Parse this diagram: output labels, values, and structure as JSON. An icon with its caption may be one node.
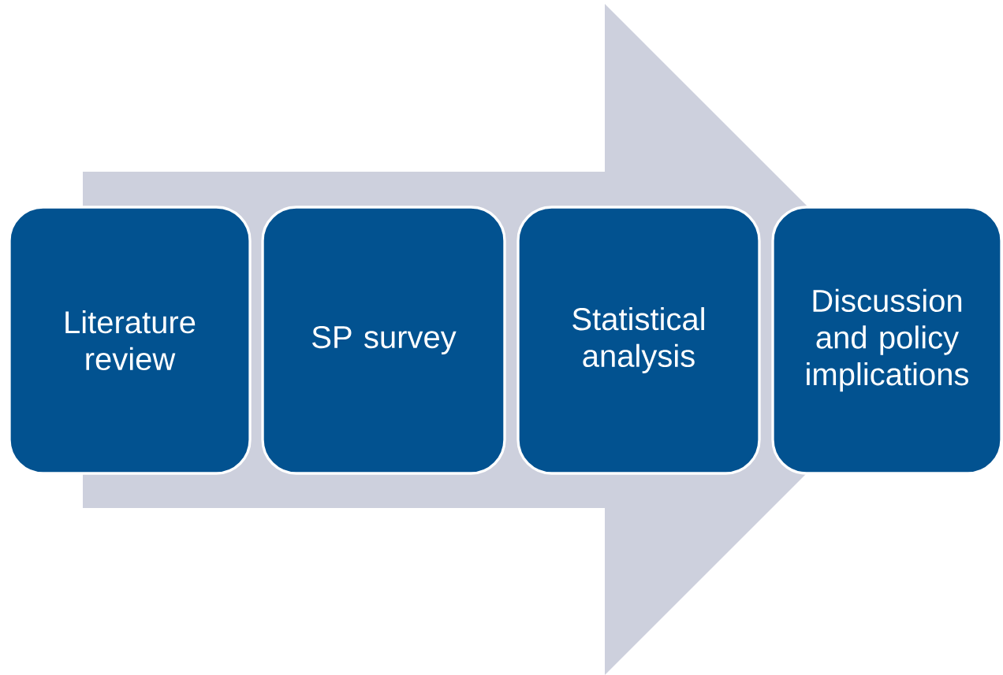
{
  "diagram": {
    "nodes": [
      {
        "text": [
          "Literature review"
        ]
      },
      {
        "text": [
          "SP survey"
        ]
      },
      {
        "text": [
          "Statistical analysis"
        ]
      },
      {
        "text": [
          "Discussion and policy implications"
        ]
      }
    ],
    "edges": [
      {
        "from": 0,
        "to": 3,
        "arrow": "to"
      }
    ]
  }
}
